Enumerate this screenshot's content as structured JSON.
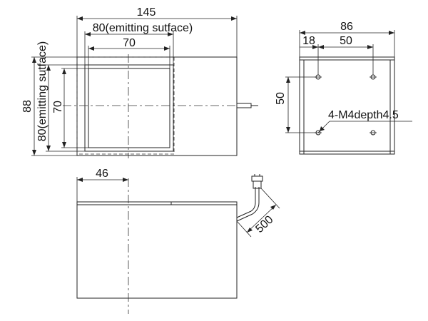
{
  "front_view": {
    "width_label": "145",
    "emitting_width_label": "80(emitting sutface)",
    "inner_width_label": "70",
    "height_label": "88",
    "emitting_height_label": "80(emitting sutface)",
    "inner_height_label": "70"
  },
  "side_view": {
    "width_label": "86",
    "offset_label": "18",
    "hole_spacing_h_label": "50",
    "hole_spacing_v_label": "50",
    "hole_callout": "4-M4depth4.5"
  },
  "bottom_view": {
    "offset_label": "46",
    "cable_length_label": "500"
  }
}
